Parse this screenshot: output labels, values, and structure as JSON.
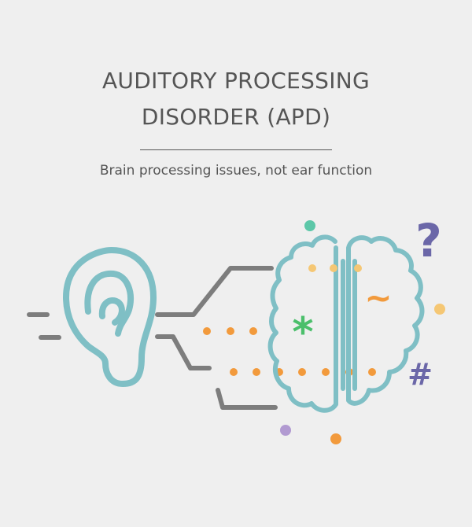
{
  "title_line1": "AUDITORY PROCESSING",
  "title_line2": "DISORDER (APD)",
  "subtitle": "Brain processing issues, not ear function",
  "glyphs": {
    "question": "?",
    "tilde": "~",
    "asterisk": "*",
    "hash": "#"
  },
  "colors": {
    "background": "#efefef",
    "text": "#555555",
    "teal": "#7fbfc5",
    "gray": "#7d7d7d",
    "orange": "#f29a3c",
    "yellow": "#f5c774",
    "green": "#4bbf6b",
    "mint": "#5cc7a8",
    "purple": "#6b67a8",
    "lavender": "#b19ad1"
  }
}
